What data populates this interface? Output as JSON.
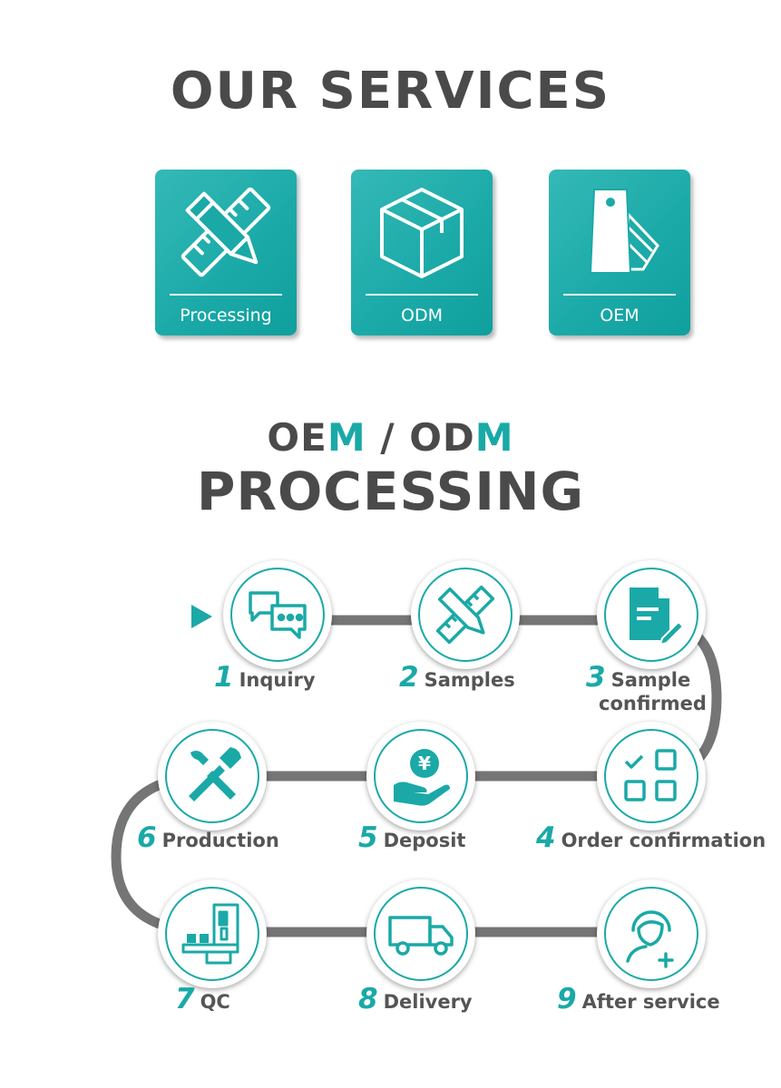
{
  "header": {
    "title": "OUR SERVICES"
  },
  "services": [
    {
      "label": "Processing",
      "icon": "pencil-ruler-icon"
    },
    {
      "label": "ODM",
      "icon": "box-icon"
    },
    {
      "label": "OEM",
      "icon": "tag-swatch-icon"
    }
  ],
  "process": {
    "title_oe": "OE",
    "title_m1": "M",
    "title_sep": " / ",
    "title_od": "OD",
    "title_m2": "M",
    "title_main": "PROCESSING",
    "steps": [
      {
        "num": "1",
        "label": "Inquiry",
        "icon": "chat-bubbles-icon"
      },
      {
        "num": "2",
        "label": "Samples",
        "icon": "pencil-ruler-icon"
      },
      {
        "num": "3",
        "label": "Sample",
        "label2": "confirmed",
        "icon": "document-edit-icon"
      },
      {
        "num": "4",
        "label": "Order confirmation",
        "icon": "checklist-grid-icon"
      },
      {
        "num": "5",
        "label": "Deposit",
        "icon": "yen-hand-icon"
      },
      {
        "num": "6",
        "label": "Production",
        "icon": "tools-icon"
      },
      {
        "num": "7",
        "label": "QC",
        "icon": "inspection-machine-icon"
      },
      {
        "num": "8",
        "label": "Delivery",
        "icon": "truck-icon"
      },
      {
        "num": "9",
        "label": "After service",
        "icon": "support-agent-icon"
      }
    ]
  },
  "colors": {
    "accent": "#1aa9a7",
    "text": "#4a4a4a",
    "track": "#757575"
  }
}
